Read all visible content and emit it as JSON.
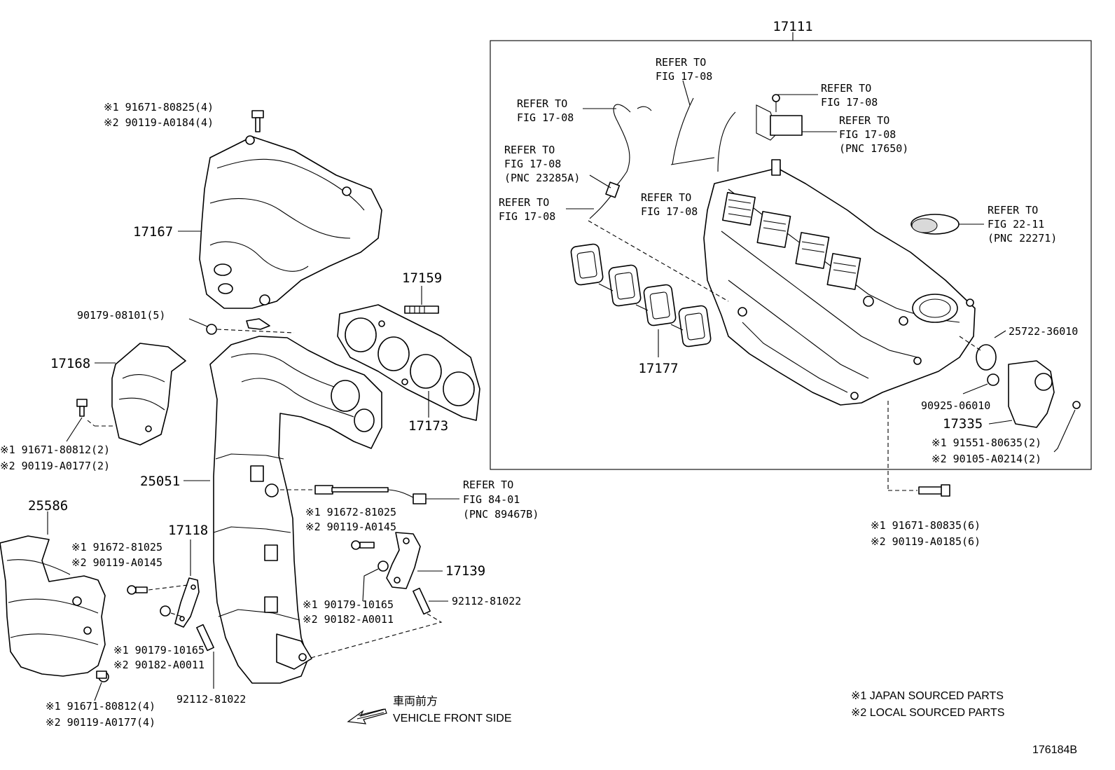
{
  "labels": {
    "assy_17111": "17111",
    "p17167": "17167",
    "p17168": "17168",
    "p17159": "17159",
    "p17173": "17173",
    "p25051": "25051",
    "p25586": "25586",
    "p17118": "17118",
    "p17139": "17139",
    "p17177": "17177",
    "p17335": "17335",
    "p25722": "25722-36010",
    "p90925": "90925-06010",
    "p92112_a": "92112-81022",
    "p92112_b": "92112-81022",
    "p90179_08101": "90179-08101(5)"
  },
  "fasteners": {
    "top_bolt_1": "※1 91671-80825(4)",
    "top_bolt_2": "※2 90119-A0184(4)",
    "left_bolt_1": "※1 91671-80812(2)",
    "left_bolt_2": "※2 90119-A0177(2)",
    "sensor_bolt_1": "※1 91672-81025",
    "sensor_bolt_2": "※2 90119-A0145",
    "bracket_bolt_1": "※1 91672-81025",
    "bracket_bolt_2": "※2 90119-A0145",
    "nut_mid_1": "※1 90179-10165",
    "nut_mid_2": "※2 90182-A0011",
    "nut_low_1": "※1 90179-10165",
    "nut_low_2": "※2 90182-A0011",
    "bottom_bolt_1": "※1 91671-80812(4)",
    "bottom_bolt_2": "※2 90119-A0177(4)",
    "manifold_bolt_1": "※1 91671-80835(6)",
    "manifold_bolt_2": "※2 90119-A0185(6)",
    "tb_bolt_1": "※1 91551-80635(2)",
    "tb_bolt_2": "※2 90105-A0214(2)"
  },
  "refers": {
    "r1_a": "REFER TO",
    "r1_b": "FIG 17-08",
    "r2_a": "REFER TO",
    "r2_b": "FIG 17-08",
    "r3_a": "REFER TO",
    "r3_b": "FIG 17-08",
    "r4_a": "REFER TO",
    "r4_b": "FIG 17-08",
    "r4_c": "(PNC 17650)",
    "r5_a": "REFER TO",
    "r5_b": "FIG 17-08",
    "r5_c": "(PNC 23285A)",
    "r6_a": "REFER TO",
    "r6_b": "FIG 17-08",
    "r7_a": "REFER TO",
    "r7_b": "FIG 17-08",
    "r8_a": "REFER TO",
    "r8_b": "FIG 22-11",
    "r8_c": "(PNC 22271)",
    "r9_a": "REFER TO",
    "r9_b": "FIG 84-01",
    "r9_c": "(PNC 89467B)"
  },
  "legend": {
    "jp_direction": "車両前方",
    "direction": "VEHICLE FRONT SIDE",
    "note1": "※1 JAPAN SOURCED PARTS",
    "note2": "※2 LOCAL SOURCED PARTS"
  },
  "figure_id": "176184B"
}
